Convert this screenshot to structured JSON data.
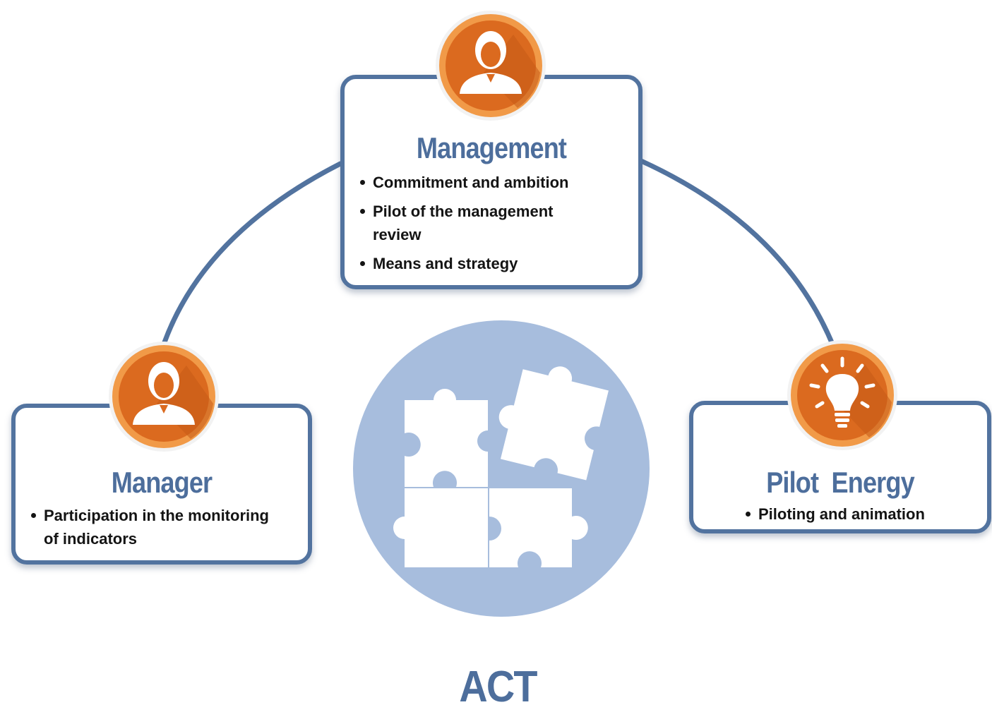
{
  "colors": {
    "accent_blue": "#52739f",
    "title_blue": "#4d6e9c",
    "orange": "#db6a1f",
    "orange_light": "#ef8a35",
    "circle_blue": "#a7bddd",
    "text": "#141414"
  },
  "management": {
    "title": "Management",
    "icon": "person-icon",
    "bullets": [
      "Commitment and ambition",
      "Pilot of the management review",
      "Means and strategy"
    ]
  },
  "manager": {
    "title": "Manager",
    "icon": "person-icon",
    "bullets": [
      "Participation in the monitoring of indicators"
    ]
  },
  "pilot_energy": {
    "title": "Pilot  Energy",
    "icon": "lightbulb-icon",
    "bullets": [
      "Piloting and animation"
    ]
  },
  "center": {
    "icon": "puzzle-icon",
    "label": "ACT"
  }
}
